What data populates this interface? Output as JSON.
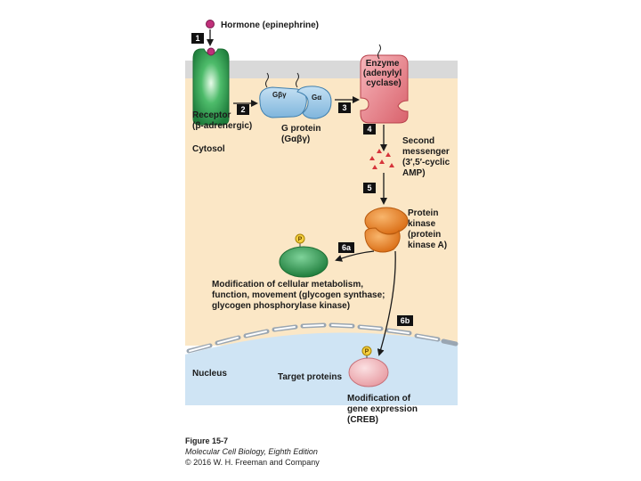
{
  "diagram": {
    "hormone_label": "Hormone (epinephrine)",
    "receptor_label": [
      "Receptor",
      "(β-adrenergic)"
    ],
    "cytosol_label": "Cytosol",
    "g_protein_label": [
      "G protein",
      "(Gαβγ)"
    ],
    "g_beta_gamma": "Gβγ",
    "g_alpha": "Gα",
    "enzyme_label": [
      "Enzyme",
      "(adenylyl",
      "cyclase)"
    ],
    "second_messenger_label": [
      "Second",
      "messenger",
      "(3′,5′-cyclic",
      "AMP)"
    ],
    "protein_kinase_label": [
      "Protein",
      "kinase",
      "(protein",
      "kinase A)"
    ],
    "modification_label": [
      "Modification of cellular metabolism,",
      "function, movement (glycogen synthase;",
      "glycogen phosphorylase kinase)"
    ],
    "nucleus_label": "Nucleus",
    "target_label": "Target proteins",
    "gene_expression_label": [
      "Modification of",
      "gene expression",
      "(CREB)"
    ],
    "phosphate": "P",
    "steps": [
      "1",
      "2",
      "3",
      "4",
      "5",
      "6a",
      "6b"
    ],
    "colors": {
      "membrane": "#d9d9d9",
      "cytosol": "#fbe7c6",
      "nucleus": "#cfe4f4",
      "receptor": "#2f9d4e",
      "g_protein": "#9cc8e6",
      "enzyme": "#ec8f96",
      "kinase": "#ee8a2e",
      "substrate": "#2e9a52",
      "target": "#f1bcc0",
      "step_box": "#111111",
      "phosphate": "#f5cf3f",
      "camp": "#d6343b"
    }
  },
  "caption": {
    "figure": "Figure 15-7",
    "book": "Molecular Cell Biology, Eighth Edition",
    "copyright": "© 2016 W. H. Freeman and Company"
  }
}
